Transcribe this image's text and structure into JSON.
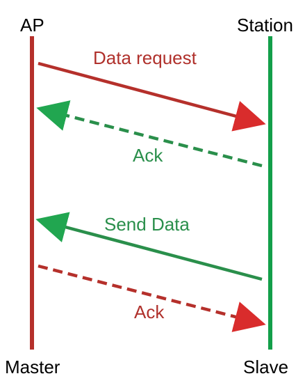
{
  "lifelines": {
    "left": {
      "top_label": "AP",
      "bottom_label": "Master"
    },
    "right": {
      "top_label": "Station",
      "bottom_label": "Slave"
    }
  },
  "messages": [
    {
      "label": "Data request",
      "direction": "left-to-right",
      "style": "solid",
      "color": "#b5302b"
    },
    {
      "label": "Ack",
      "direction": "right-to-left",
      "style": "dashed",
      "color": "#2a8f4b"
    },
    {
      "label": "Send Data",
      "direction": "right-to-left",
      "style": "solid",
      "color": "#2a8f4b"
    },
    {
      "label": "Ack",
      "direction": "left-to-right",
      "style": "dashed",
      "color": "#b5302b"
    }
  ],
  "colors": {
    "left_line": "#b5302b",
    "right_line": "#139f4a",
    "red_text": "#b0312c",
    "green_text": "#2a8f4b",
    "arrow_red": "#d92c2c",
    "arrow_green": "#21a650"
  }
}
